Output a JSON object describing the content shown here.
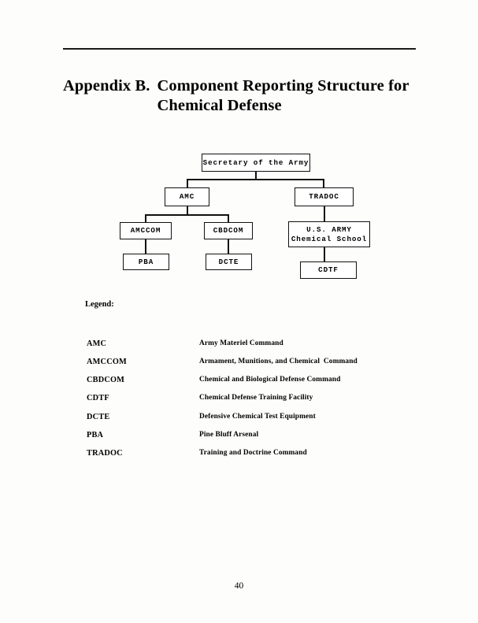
{
  "document": {
    "appendix_label": "Appendix B.",
    "title": "Component Reporting Structure for Chemical Defense",
    "page_number": "40"
  },
  "org_chart": {
    "nodes": [
      {
        "id": "secretary",
        "label": "Secretary of the Army"
      },
      {
        "id": "amc",
        "label": "AMC"
      },
      {
        "id": "tradoc",
        "label": "TRADOC"
      },
      {
        "id": "amccom",
        "label": "AMCCOM"
      },
      {
        "id": "cbdcom",
        "label": "CBDCOM"
      },
      {
        "id": "chemical-school",
        "label": "U.S. ARMY\nChemical School"
      },
      {
        "id": "pba",
        "label": "PBA"
      },
      {
        "id": "dcte",
        "label": "DCTE"
      },
      {
        "id": "cdtf",
        "label": "CDTF"
      }
    ]
  },
  "legend": {
    "title": "Legend:",
    "rows": [
      {
        "term": "AMC",
        "description": "Army Materiel Command"
      },
      {
        "term": "AMCCOM",
        "description": "Armament, Munitions, and Chemical  Command"
      },
      {
        "term": "CBDCOM",
        "description": "Chemical and Biological Defense Command"
      },
      {
        "term": "CDTF",
        "description": "Chemical Defense Training Facility"
      },
      {
        "term": "DCTE",
        "description": "Defensive Chemical Test Equipment"
      },
      {
        "term": "PBA",
        "description": "Pine Bluff Arsenal"
      },
      {
        "term": "TRADOC",
        "description": "Training and Doctrine Command"
      }
    ]
  }
}
